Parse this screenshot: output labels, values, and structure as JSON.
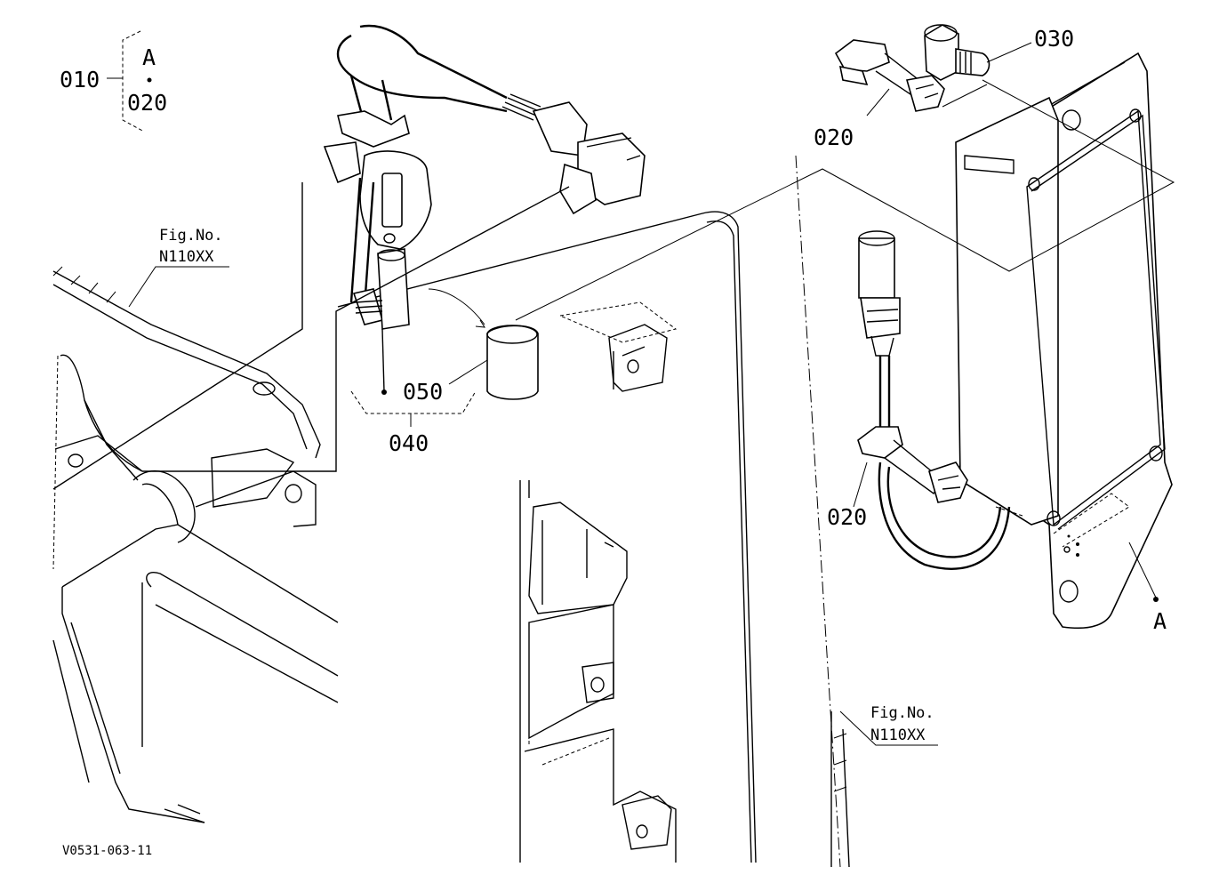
{
  "labels": {
    "part_010": "010",
    "group_letter_a": "A",
    "part_020_group": "020",
    "part_020_top": "020",
    "part_020_mid": "020",
    "part_030": "030",
    "part_040": "040",
    "part_050": "050",
    "ref_a": "A",
    "fig_no_label_left": "Fig.No.",
    "fig_no_value_left": "N110XX",
    "fig_no_label_right": "Fig.No.",
    "fig_no_value_right": "N110XX",
    "drawing_id": "V0531-063-11"
  }
}
